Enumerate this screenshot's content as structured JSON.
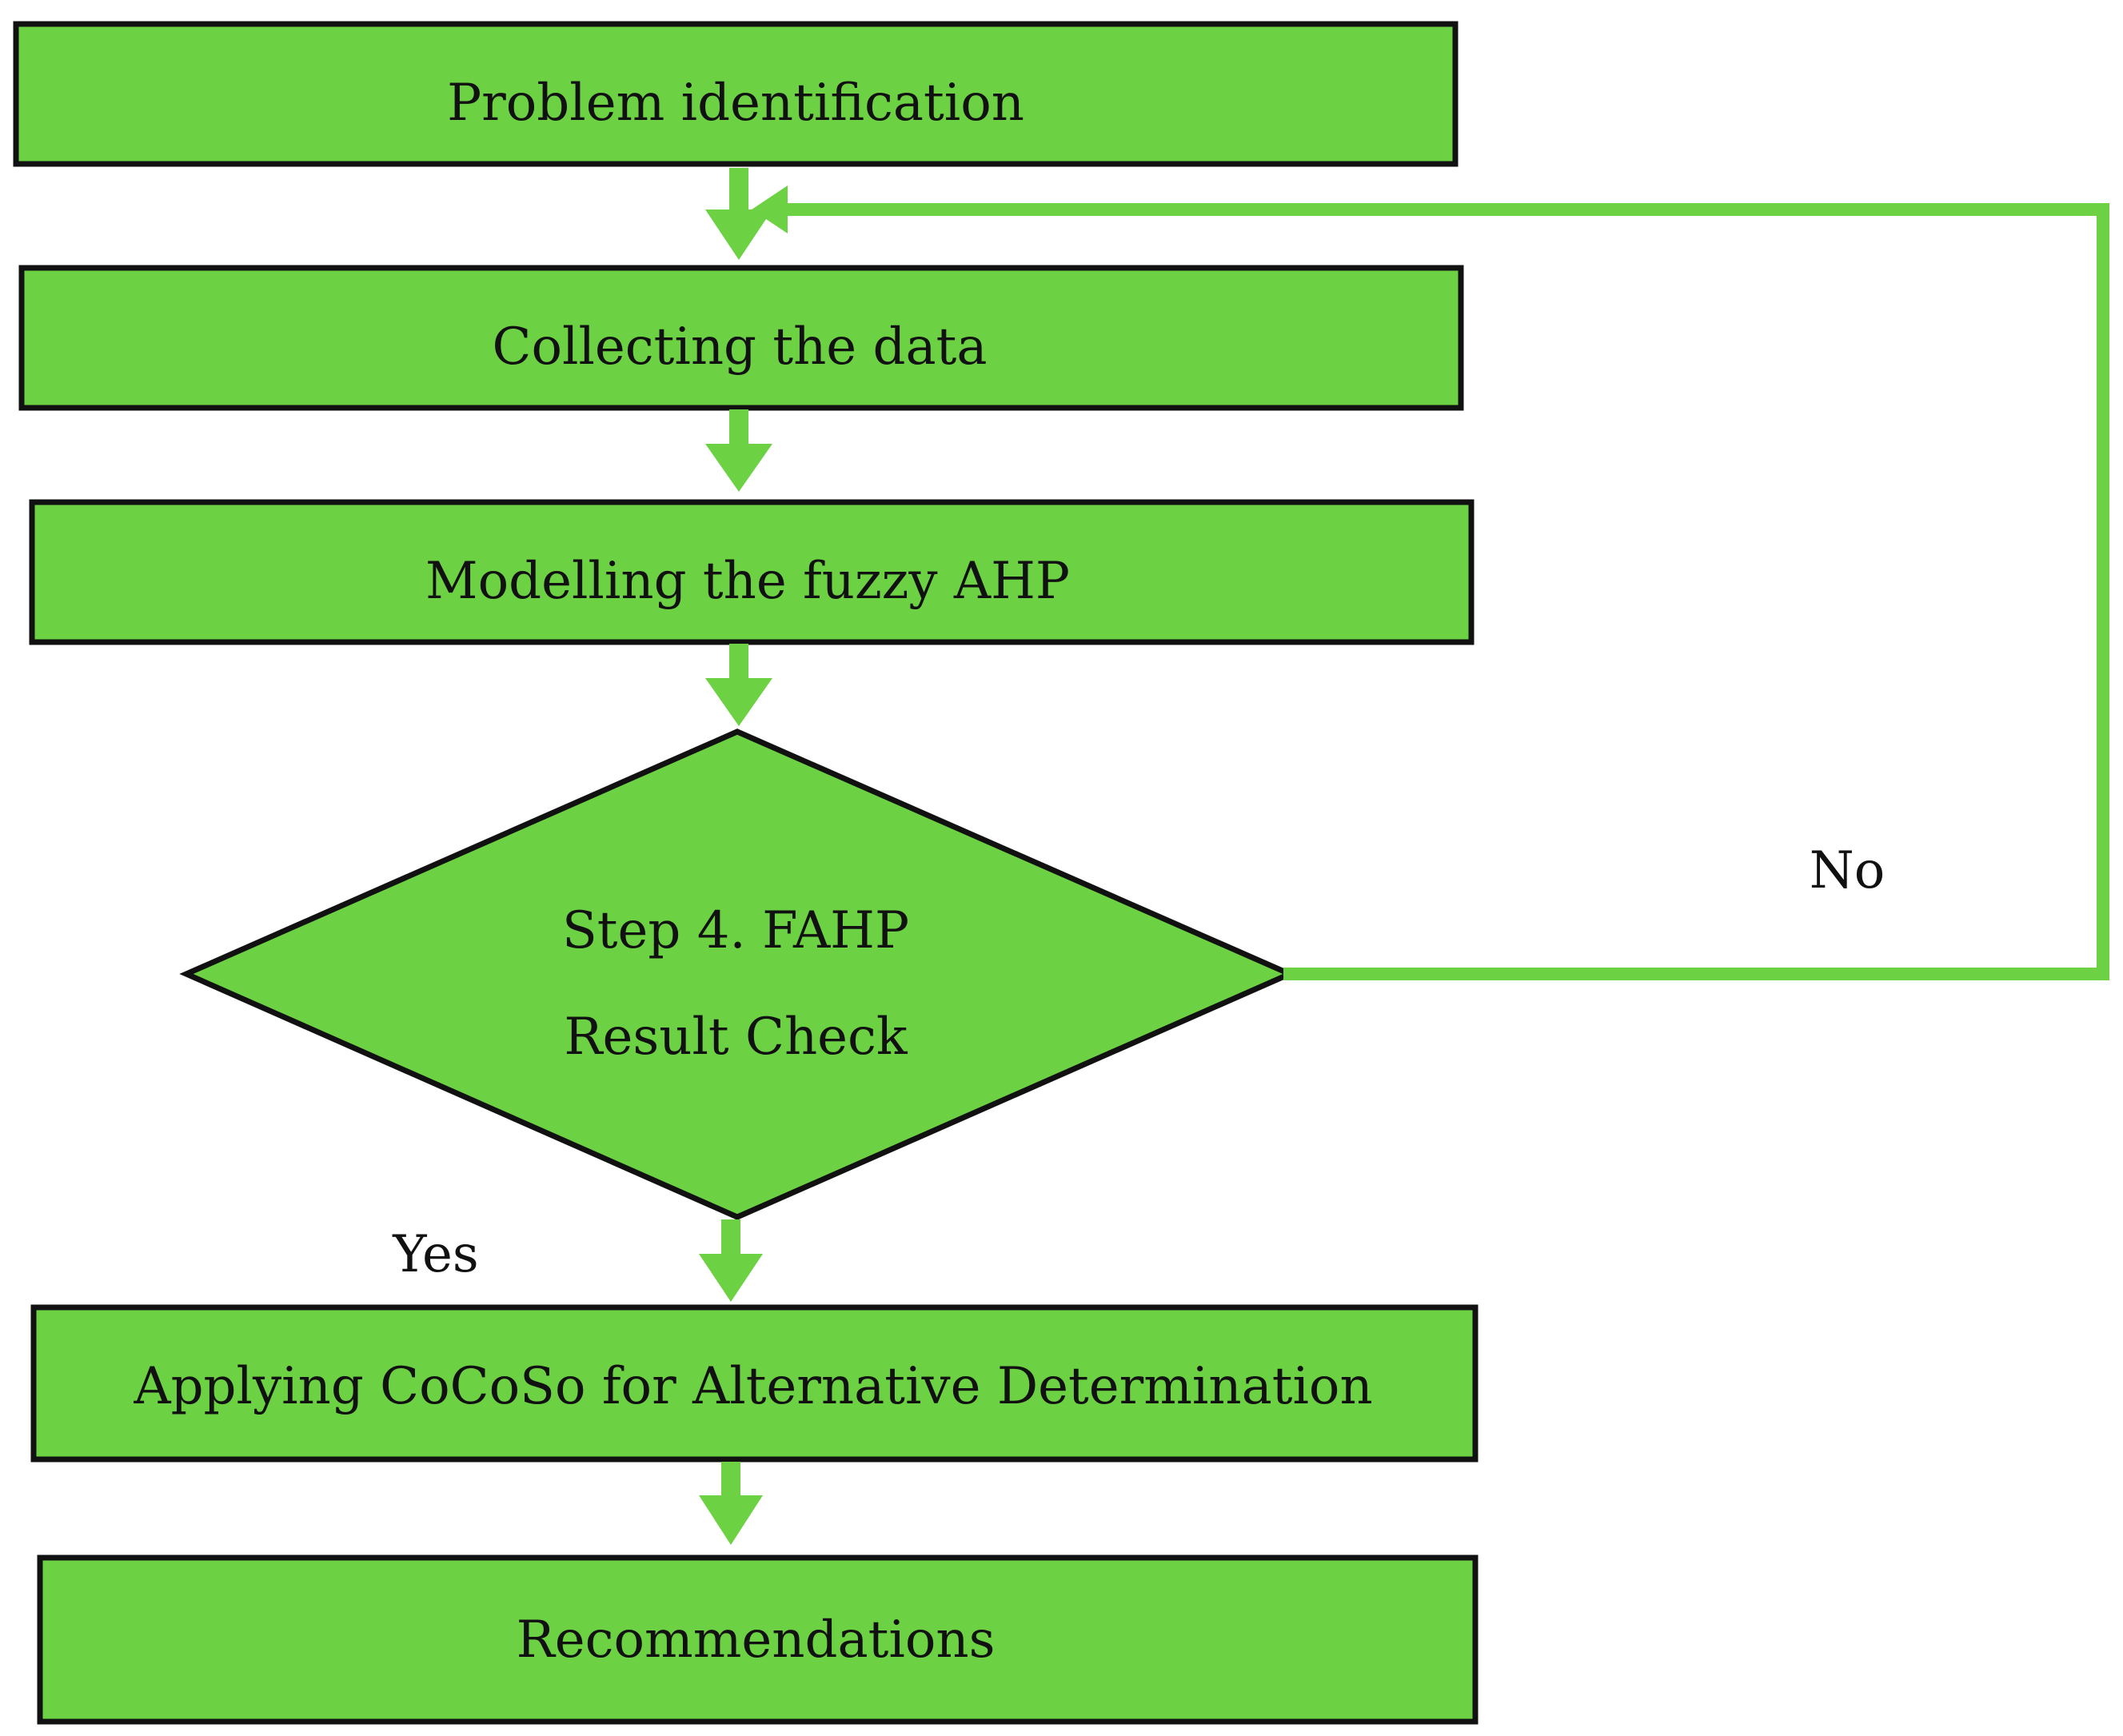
{
  "diagram": {
    "colors": {
      "fill": "#6dd243",
      "stroke": "#111111",
      "arrow": "#6dd243",
      "text": "#111111"
    },
    "nodes": {
      "problem": "Problem identification",
      "collect": "Collecting the data",
      "model": "Modelling the fuzzy AHP",
      "check_line1": "Step 4. FAHP",
      "check_line2": "Result Check",
      "cocoso": "Applying CoCoSo for Alternative Determination",
      "recommend": "Recommendations"
    },
    "edge_labels": {
      "no": "No",
      "yes": "Yes"
    }
  }
}
